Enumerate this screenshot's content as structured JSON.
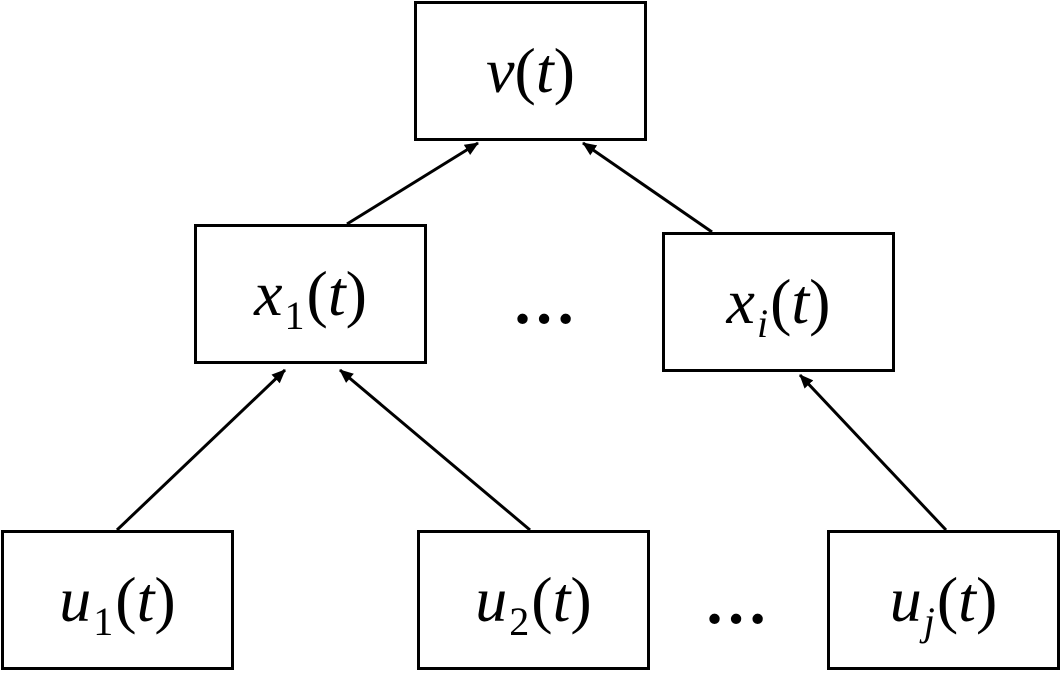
{
  "nodes": {
    "v": {
      "var": "v",
      "sub": "",
      "arg": "t"
    },
    "x1": {
      "var": "x",
      "sub": "1",
      "arg": "t"
    },
    "xi": {
      "var": "x",
      "sub": "i",
      "arg": "t"
    },
    "u1": {
      "var": "u",
      "sub": "1",
      "arg": "t"
    },
    "u2": {
      "var": "u",
      "sub": "2",
      "arg": "t"
    },
    "uj": {
      "var": "u",
      "sub": "j",
      "arg": "t"
    }
  },
  "ellipsis": {
    "middle": "…",
    "bottom": "…"
  },
  "edges": [
    {
      "from": "x1",
      "to": "v"
    },
    {
      "from": "xi",
      "to": "v"
    },
    {
      "from": "u1",
      "to": "x1"
    },
    {
      "from": "u2",
      "to": "x1"
    },
    {
      "from": "uj",
      "to": "xi"
    }
  ]
}
